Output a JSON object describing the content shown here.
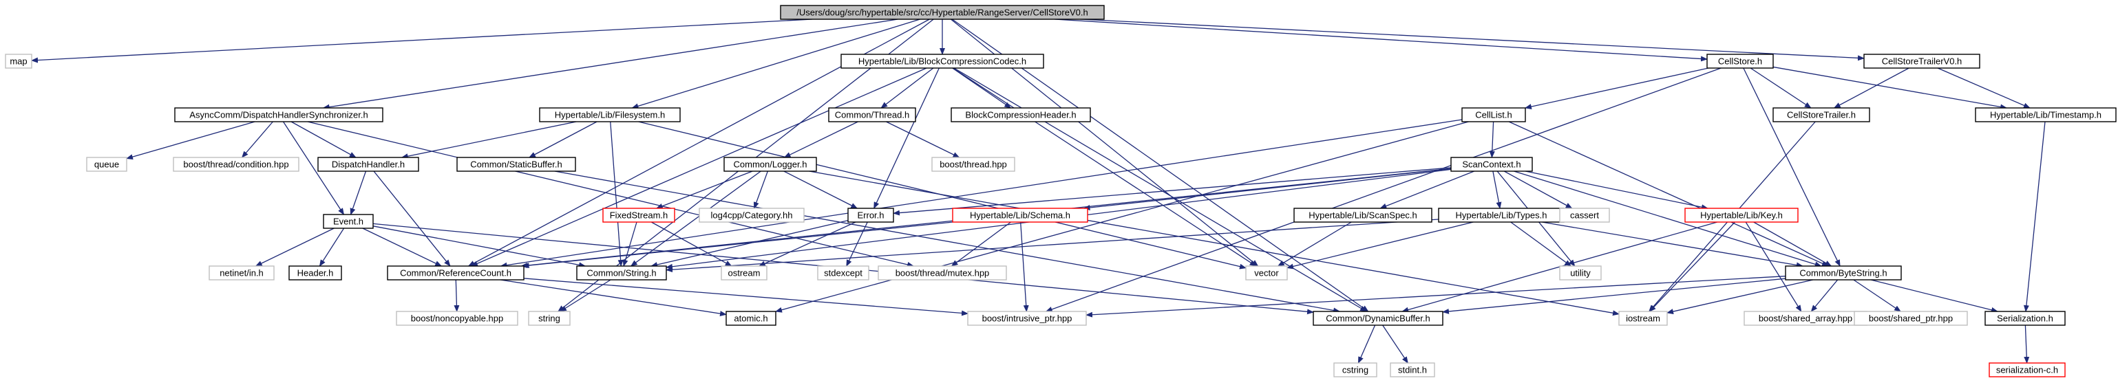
{
  "graph": {
    "title": "Include dependency graph for CellStoreV0.h",
    "colors": {
      "edge": "#1e2a78",
      "text": "#000000",
      "root_fill": "#bfbfbf",
      "root_stroke": "#000000",
      "header_stroke": "#000000",
      "system_stroke": "#bfbfbf",
      "external_stroke": "#ff0000",
      "node_fill": "#ffffff"
    },
    "nodes": [
      {
        "id": "root",
        "label": "/Users/doug/src/hypertable/src/cc/Hypertable/RangeServer/CellStoreV0.h",
        "kind": "root"
      },
      {
        "id": "map",
        "label": "map",
        "kind": "system"
      },
      {
        "id": "string",
        "label": "string",
        "kind": "system"
      },
      {
        "id": "async",
        "label": "AsyncComm/DispatchHandlerSynchronizer.h",
        "kind": "header"
      },
      {
        "id": "queue",
        "label": "queue",
        "kind": "system"
      },
      {
        "id": "condition",
        "label": "boost/thread/condition.hpp",
        "kind": "system"
      },
      {
        "id": "dispatch",
        "label": "DispatchHandler.h",
        "kind": "header"
      },
      {
        "id": "event",
        "label": "Event.h",
        "kind": "header"
      },
      {
        "id": "netinet",
        "label": "netinet/in.h",
        "kind": "system"
      },
      {
        "id": "header",
        "label": "Header.h",
        "kind": "header"
      },
      {
        "id": "refcount",
        "label": "Common/ReferenceCount.h",
        "kind": "header"
      },
      {
        "id": "noncopy",
        "label": "boost/noncopyable.hpp",
        "kind": "system"
      },
      {
        "id": "bcc",
        "label": "Hypertable/Lib/BlockCompressionCodec.h",
        "kind": "header"
      },
      {
        "id": "fs",
        "label": "Hypertable/Lib/Filesystem.h",
        "kind": "header"
      },
      {
        "id": "thread",
        "label": "Common/Thread.h",
        "kind": "header"
      },
      {
        "id": "bch",
        "label": "BlockCompressionHeader.h",
        "kind": "header"
      },
      {
        "id": "sbuf",
        "label": "Common/StaticBuffer.h",
        "kind": "header"
      },
      {
        "id": "logger",
        "label": "Common/Logger.h",
        "kind": "header"
      },
      {
        "id": "bthread",
        "label": "boost/thread.hpp",
        "kind": "system"
      },
      {
        "id": "fixed",
        "label": "FixedStream.h",
        "kind": "external"
      },
      {
        "id": "log4",
        "label": "log4cpp/Category.hh",
        "kind": "system"
      },
      {
        "id": "error",
        "label": "Error.h",
        "kind": "header"
      },
      {
        "id": "schema",
        "label": "Hypertable/Lib/Schema.h",
        "kind": "external"
      },
      {
        "id": "cstr",
        "label": "Common/String.h",
        "kind": "header"
      },
      {
        "id": "ostream",
        "label": "ostream",
        "kind": "system"
      },
      {
        "id": "stdexcept",
        "label": "stdexcept",
        "kind": "system"
      },
      {
        "id": "mutex",
        "label": "boost/thread/mutex.hpp",
        "kind": "system"
      },
      {
        "id": "atomic",
        "label": "atomic.h",
        "kind": "header"
      },
      {
        "id": "iptr",
        "label": "boost/intrusive_ptr.hpp",
        "kind": "system"
      },
      {
        "id": "dynbuf",
        "label": "Common/DynamicBuffer.h",
        "kind": "header"
      },
      {
        "id": "cstring",
        "label": "cstring",
        "kind": "system"
      },
      {
        "id": "stdint",
        "label": "stdint.h",
        "kind": "system"
      },
      {
        "id": "vector",
        "label": "vector",
        "kind": "system"
      },
      {
        "id": "celllist",
        "label": "CellList.h",
        "kind": "header"
      },
      {
        "id": "scanctx",
        "label": "ScanContext.h",
        "kind": "header"
      },
      {
        "id": "scanspec",
        "label": "Hypertable/Lib/ScanSpec.h",
        "kind": "header"
      },
      {
        "id": "types",
        "label": "Hypertable/Lib/Types.h",
        "kind": "header"
      },
      {
        "id": "cassert",
        "label": "cassert",
        "kind": "system"
      },
      {
        "id": "key",
        "label": "Hypertable/Lib/Key.h",
        "kind": "external"
      },
      {
        "id": "utility",
        "label": "utility",
        "kind": "system"
      },
      {
        "id": "bytestr",
        "label": "Common/ByteString.h",
        "kind": "header"
      },
      {
        "id": "iostream",
        "label": "iostream",
        "kind": "system"
      },
      {
        "id": "sharr",
        "label": "boost/shared_array.hpp",
        "kind": "system"
      },
      {
        "id": "shptr",
        "label": "boost/shared_ptr.hpp",
        "kind": "system"
      },
      {
        "id": "cellstore",
        "label": "CellStore.h",
        "kind": "header"
      },
      {
        "id": "cst",
        "label": "CellStoreTrailer.h",
        "kind": "header"
      },
      {
        "id": "cstv0",
        "label": "CellStoreTrailerV0.h",
        "kind": "header"
      },
      {
        "id": "timestamp",
        "label": "Hypertable/Lib/Timestamp.h",
        "kind": "header"
      },
      {
        "id": "serial",
        "label": "Serialization.h",
        "kind": "header"
      },
      {
        "id": "serialc",
        "label": "serialization-c.h",
        "kind": "external"
      }
    ]
  }
}
